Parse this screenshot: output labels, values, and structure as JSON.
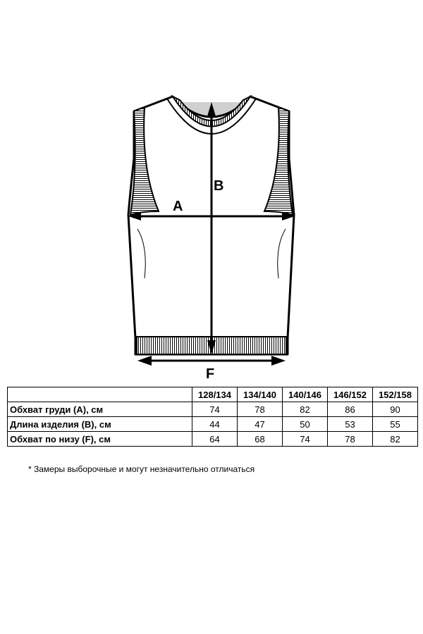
{
  "diagram": {
    "labels": {
      "a": "A",
      "b": "B",
      "f": "F"
    }
  },
  "table": {
    "sizes": [
      "128/134",
      "134/140",
      "140/146",
      "146/152",
      "152/158"
    ],
    "rows": [
      {
        "label": "Обхват груди (А), см",
        "values": [
          "74",
          "78",
          "82",
          "86",
          "90"
        ]
      },
      {
        "label": "Длина изделия (B), см",
        "values": [
          "44",
          "47",
          "50",
          "53",
          "55"
        ]
      },
      {
        "label": "Обхват по низу (F), см",
        "values": [
          "64",
          "68",
          "74",
          "78",
          "82"
        ]
      }
    ]
  },
  "footnote": "* Замеры выборочные и могут незначительно отличаться"
}
